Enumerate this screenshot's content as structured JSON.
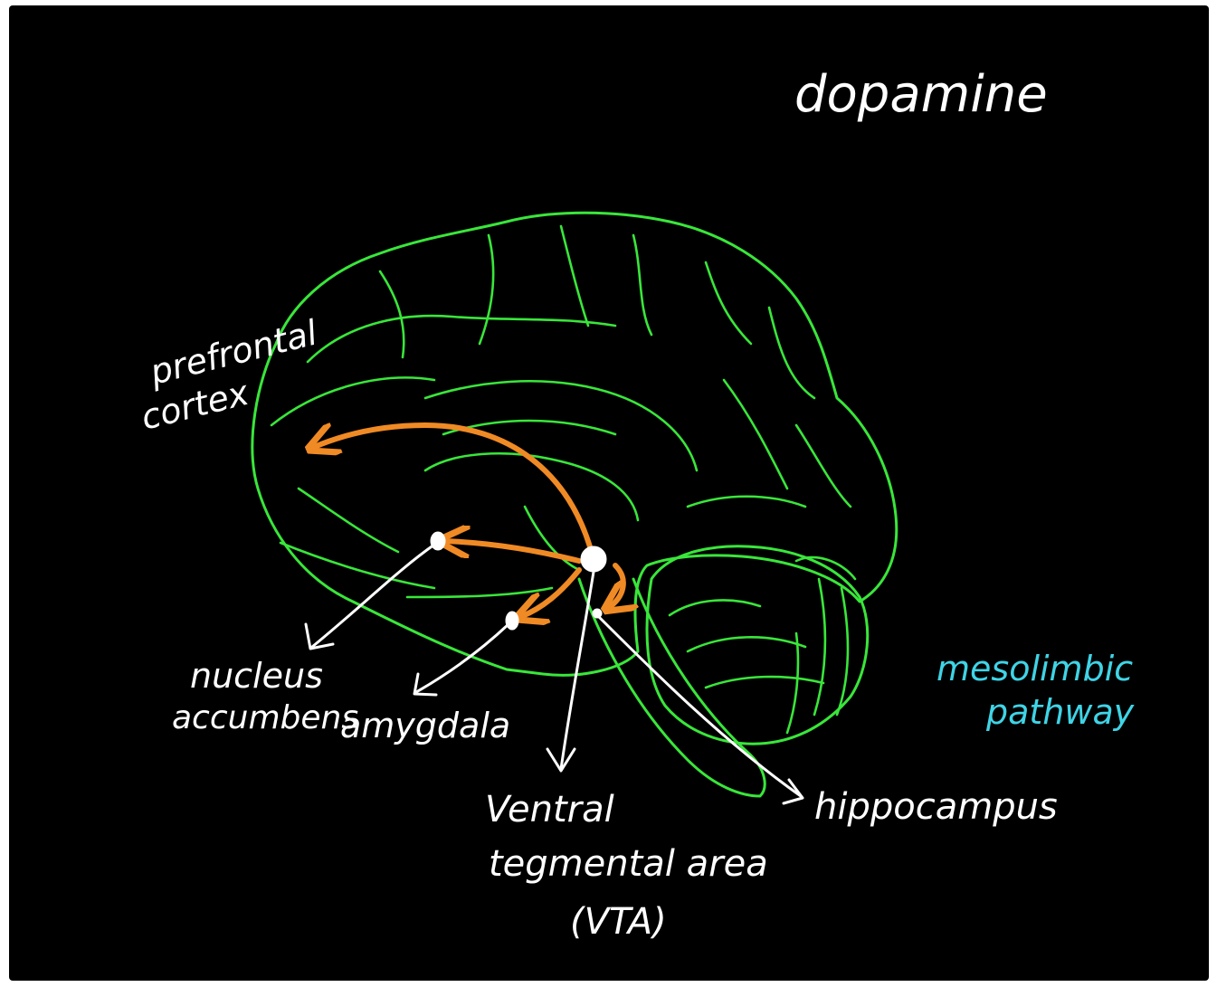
{
  "title": "dopamine",
  "pathway_label": {
    "line1": "mesolimbic",
    "line2": "pathway"
  },
  "labels": {
    "prefrontal_line1": "prefrontal",
    "prefrontal_line2": "cortex",
    "nucleus_line1": "nucleus",
    "nucleus_line2": "accumbens",
    "amygdala": "amygdala",
    "vta_line1": "Ventral",
    "vta_line2": "tegmental area",
    "vta_line3": "(VTA)",
    "hippocampus": "hippocampus"
  },
  "colors": {
    "background": "#000000",
    "brain_outline": "#39e63a",
    "pathway_arrows": "#f08a24",
    "label_text": "#ffffff",
    "pathway_text": "#3fd4e6"
  }
}
